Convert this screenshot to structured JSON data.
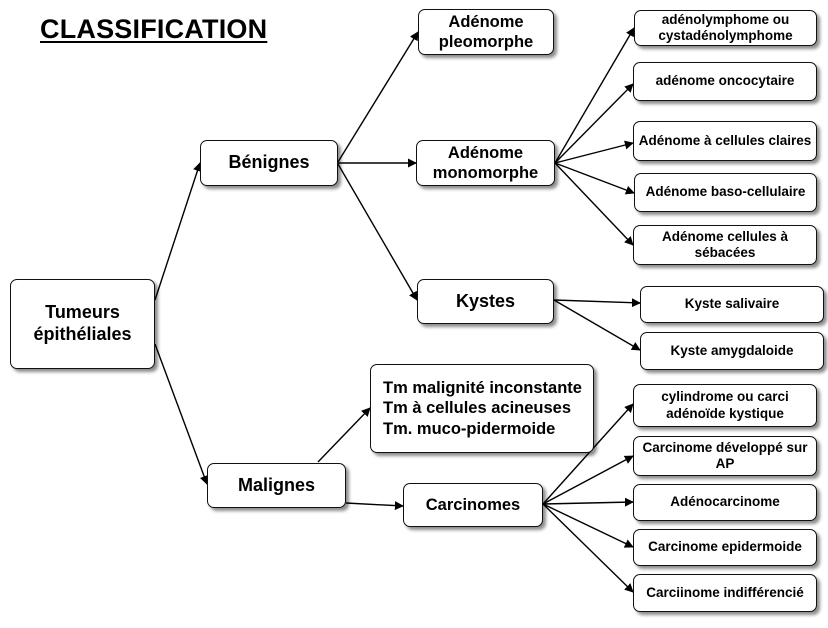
{
  "title": "CLASSIFICATION",
  "nodes": {
    "tumeurs": "Tumeurs épithéliales",
    "benignes": "Bénignes",
    "malignes": "Malignes",
    "adenome_pleomorphe": "Adénome pleomorphe",
    "adenome_monomorphe": "Adénome monomorphe",
    "kystes": "Kystes",
    "adenolymphome": "adénolymphome ou cystadénolymphome",
    "oncocytaire": "adénome oncocytaire",
    "cellules_claires": "Adénome à cellules claires",
    "baso_cellulaire": "Adénome baso-cellulaire",
    "cellules_sebacees": "Adénome cellules à sébacées",
    "kyste_salivaire": "Kyste salivaire",
    "kyste_amygdaloide": "Kyste amygdaloide",
    "tm_malignite": "Tm malignité inconstante",
    "tm_acineuses": "Tm à cellules acineuses",
    "tm_muco": "Tm. muco-pidermoide",
    "carcinomes": "Carcinomes",
    "cylindrome": "cylindrome ou carci adénoïde kystique",
    "carcinome_ap": "Carcinome développé sur AP",
    "adenocarcinome": "Adénocarcinome",
    "carcinome_epidermoide": "Carcinome epidermoide",
    "carcinome_indiff": "Carciinome indifférencié"
  }
}
